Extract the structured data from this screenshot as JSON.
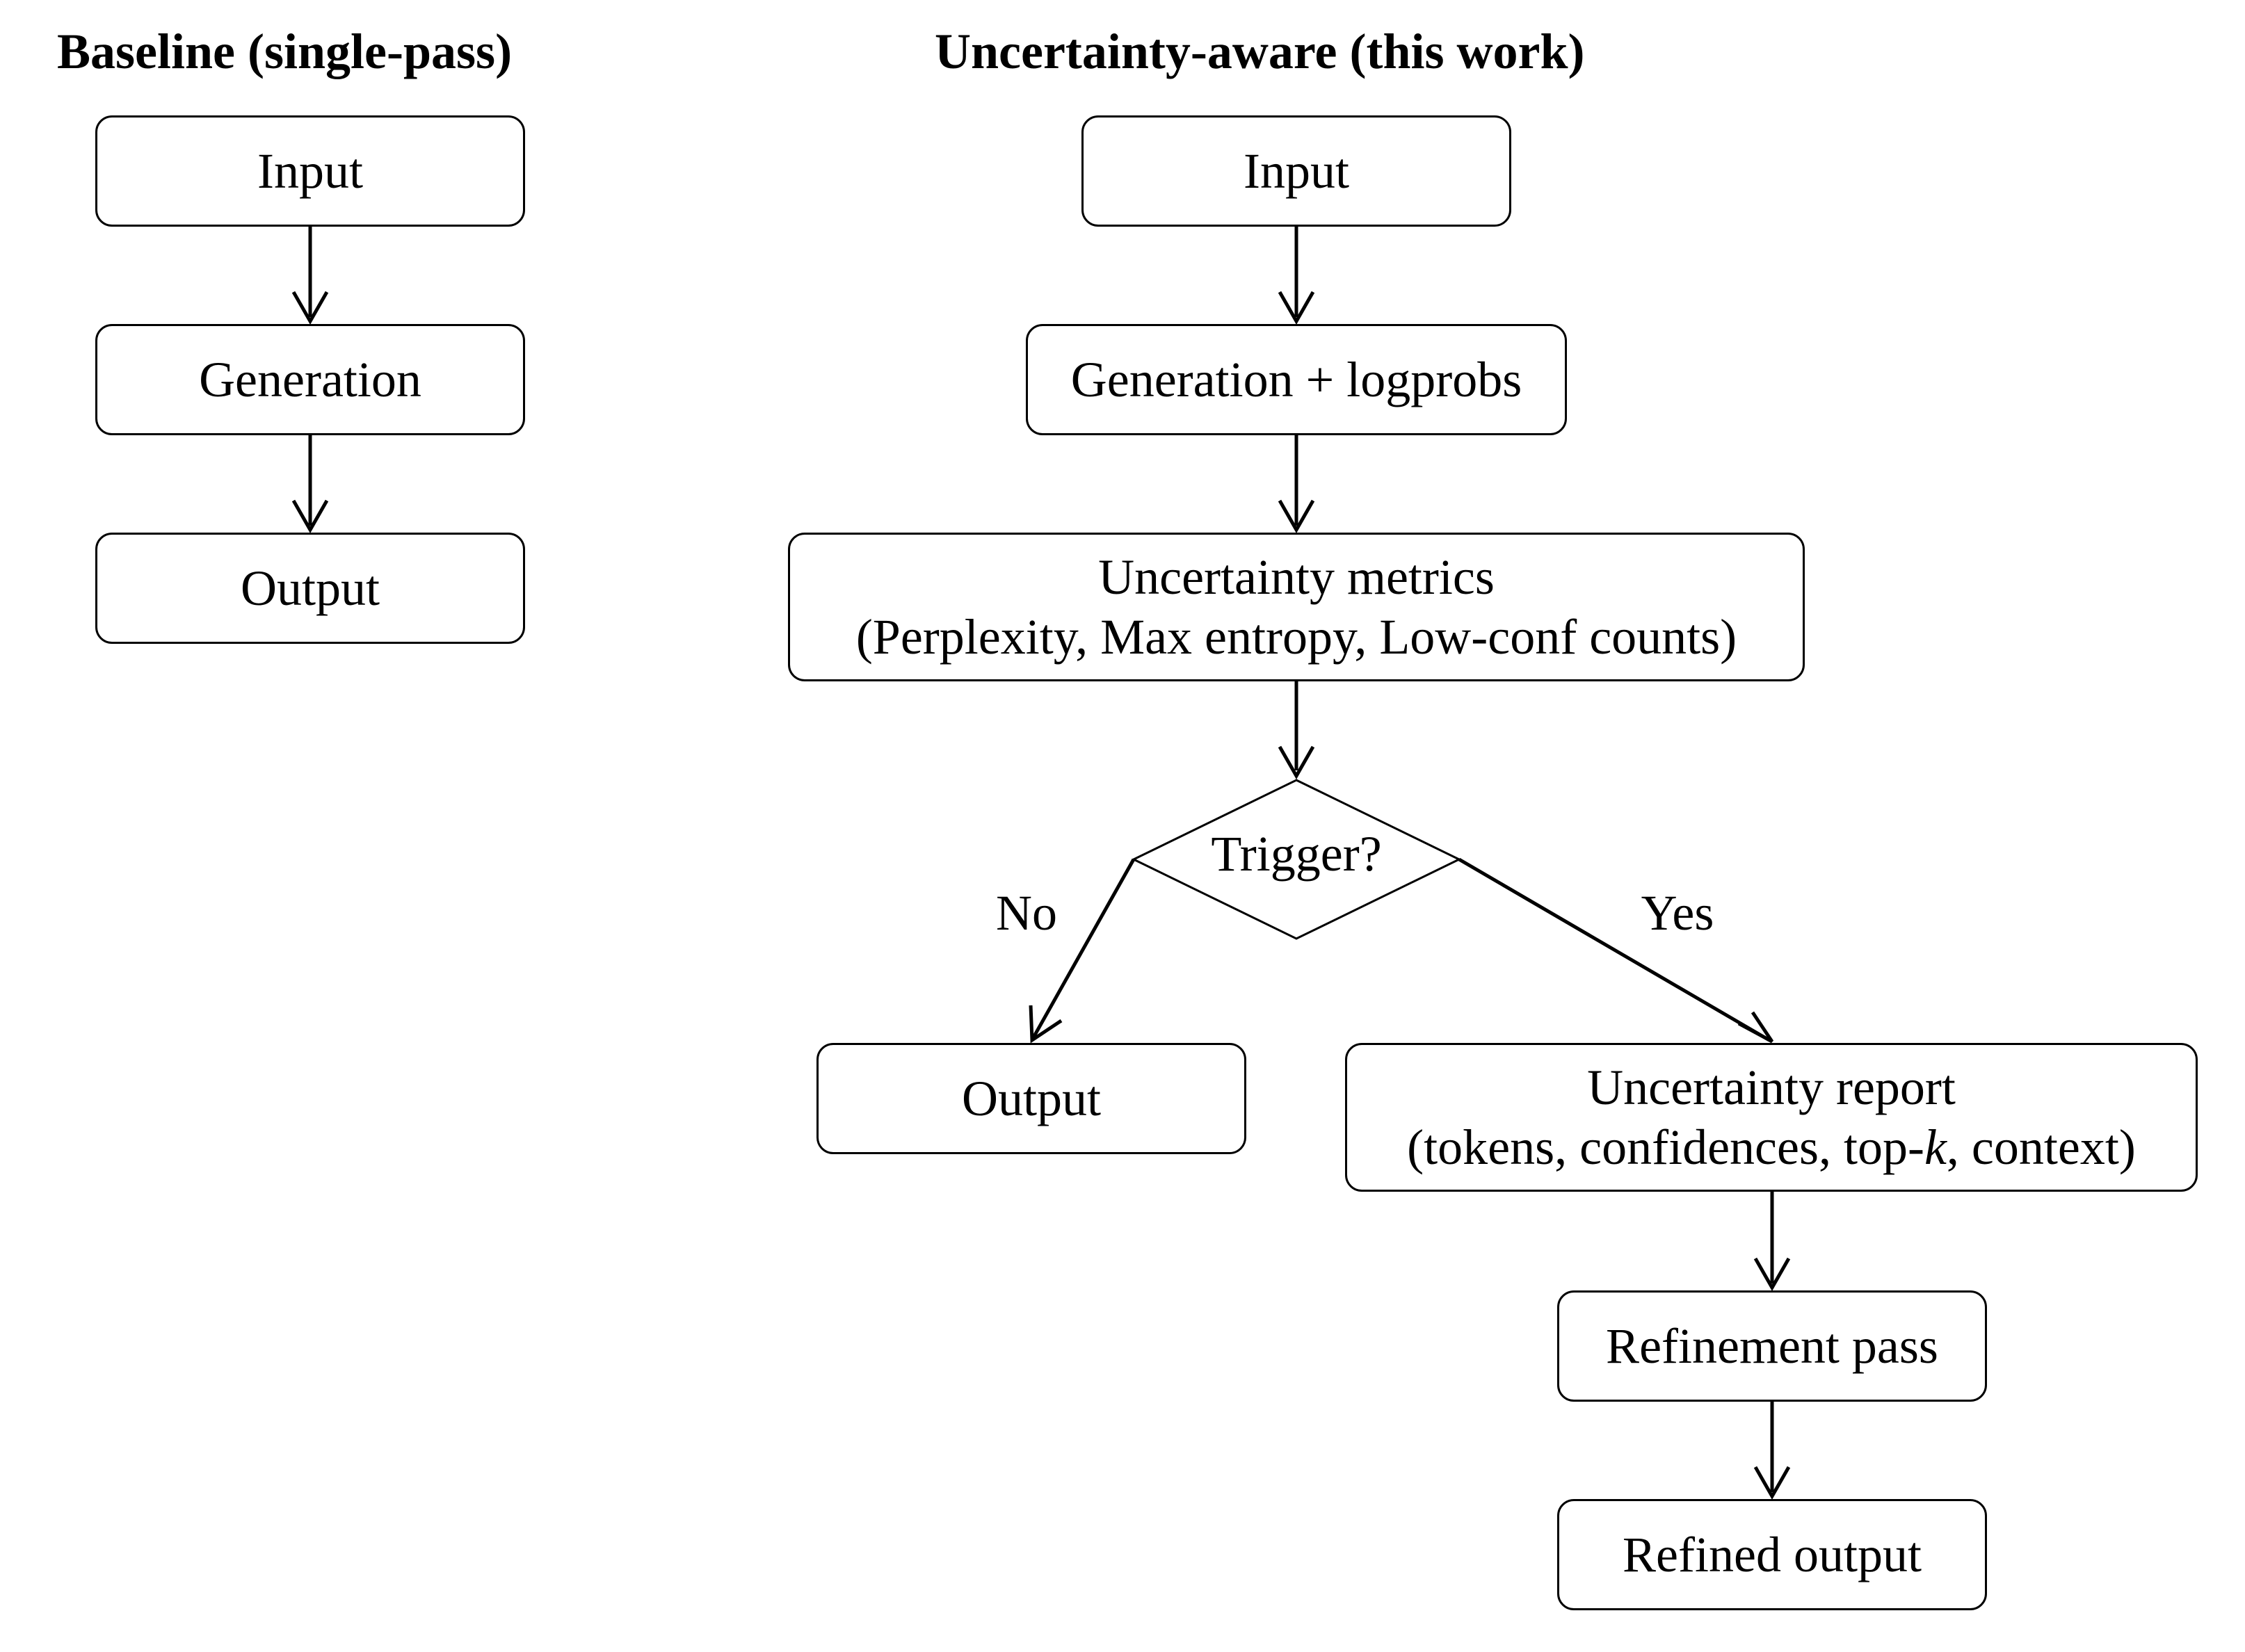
{
  "baseline": {
    "title": "Baseline (single-pass)",
    "nodes": {
      "input": "Input",
      "generation": "Generation",
      "output": "Output"
    }
  },
  "uncertainty_aware": {
    "title": "Uncertainty-aware (this work)",
    "nodes": {
      "input": "Input",
      "generation": "Generation + logprobs",
      "metrics_line1": "Uncertainty metrics",
      "metrics_line2": "(Perplexity, Max entropy, Low-conf counts)",
      "trigger": "Trigger?",
      "output_no": "Output",
      "report_line1": "Uncertainty report",
      "report_line2_prefix": "(tokens, confidences, top-",
      "report_line2_var": "k",
      "report_line2_suffix": ", context)",
      "refinement": "Refinement pass",
      "refined_output": "Refined output"
    },
    "edge_labels": {
      "no": "No",
      "yes": "Yes"
    }
  },
  "colors": {
    "stroke": "#000000",
    "fill": "#ffffff",
    "text": "#000000"
  }
}
